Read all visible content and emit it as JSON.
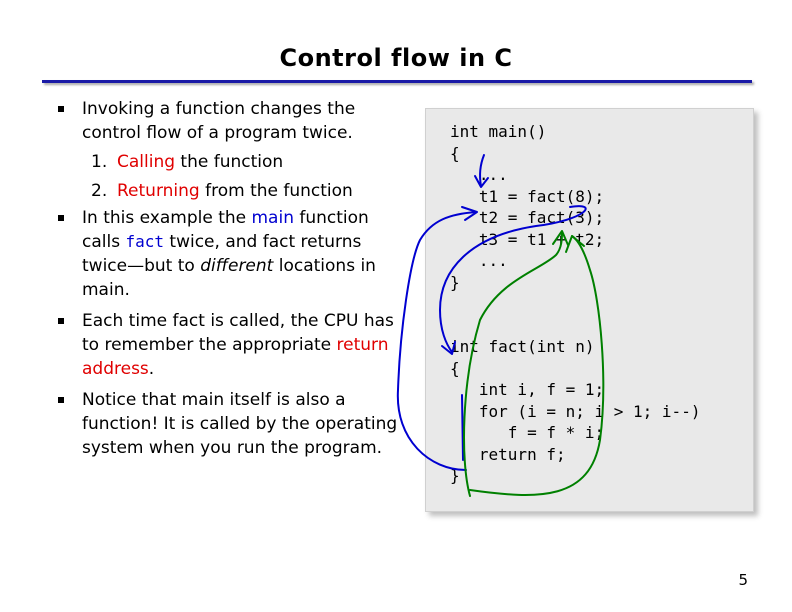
{
  "slide": {
    "title": "Control flow in C",
    "page_number": "5"
  },
  "bullets": {
    "b1": "Invoking a function changes the control flow of a program twice.",
    "sub1_num": "1.",
    "sub1_red": "Calling",
    "sub1_rest": " the function",
    "sub2_num": "2.",
    "sub2_red": "Returning",
    "sub2_rest": " from the function",
    "b2_a": "In this example the ",
    "b2_main": "main",
    "b2_b": " function calls ",
    "b2_fact": "fact",
    "b2_c": " twice, and fact returns twice—but to ",
    "b2_diff": "different",
    "b2_d": " locations in main.",
    "b3_a": "Each time fact is called, the CPU has to remember the appropriate ",
    "b3_red": "return address",
    "b3_b": ".",
    "b4": "Notice that main itself is also a function! It is called by the operating system when you run the program."
  },
  "code": {
    "lines": [
      "int main()",
      "{",
      "   ...",
      "   t1 = fact(8);",
      "   t2 = fact(3);",
      "   t3 = t1 + t2;",
      "   ...",
      "}",
      "",
      "",
      "int fact(int n)",
      "{",
      "   int i, f = 1;",
      "   for (i = n; i > 1; i--)",
      "      f = f * i;",
      "   return f;",
      "}"
    ]
  },
  "colors": {
    "title_rule": "#1a1aa6",
    "call_arrow": "#0000d0",
    "return_arrow": "#008000",
    "highlight_red": "#e00000",
    "highlight_blue": "#0000d0",
    "code_background": "#e9e9e9"
  }
}
